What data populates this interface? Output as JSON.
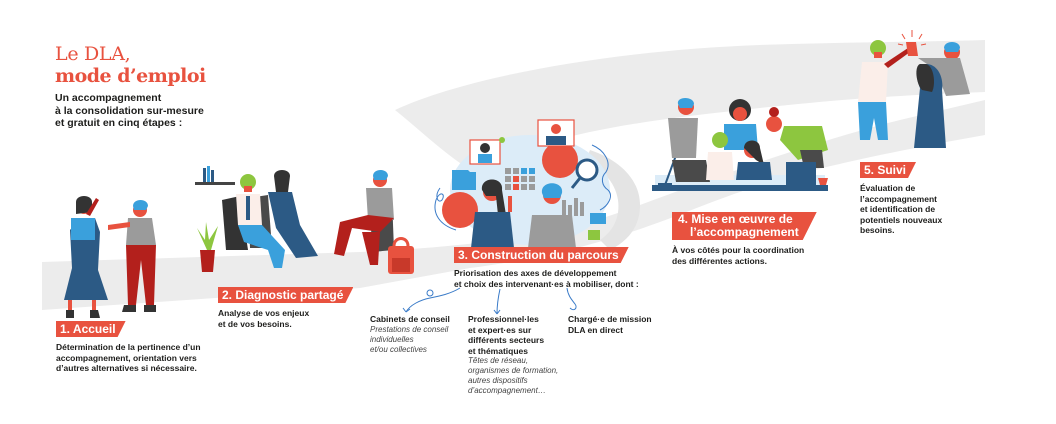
{
  "header": {
    "title_line1": "Le DLA,",
    "title_line2": "mode d’emploi",
    "subtitle_lines": [
      "Un accompagnement",
      "à la consolidation sur-mesure",
      "et gratuit en cinq étapes :"
    ]
  },
  "steps": [
    {
      "label": "1. Accueil",
      "description_lines": [
        "Détermination de la pertinence d’un",
        "accompagnement, orientation vers",
        "d’autres alternatives si nécessaire."
      ]
    },
    {
      "label": "2. Diagnostic partagé",
      "description_lines": [
        "Analyse de vos enjeux",
        "et de vos besoins."
      ]
    },
    {
      "label": "3. Construction du parcours",
      "description_lines": [
        "Priorisation des axes de développement",
        "et choix des intervenant·es à mobiliser, dont :"
      ],
      "actors": [
        {
          "title_lines": [
            "Cabinets de conseil"
          ],
          "detail_lines": [
            "Prestations de conseil",
            "individuelles",
            "et/ou collectives"
          ]
        },
        {
          "title_lines": [
            "Professionnel·les",
            "et expert·es sur",
            "différents secteurs",
            "et thématiques"
          ],
          "detail_lines": [
            "Têtes de réseau,",
            "organismes de formation,",
            "autres dispositifs",
            "d’accompagnement…"
          ]
        },
        {
          "title_lines": [
            "Chargé·e de mission",
            "DLA en direct"
          ],
          "detail_lines": []
        }
      ]
    },
    {
      "label_lines": [
        "4. Mise en œuvre de",
        "l’accompagnement"
      ],
      "description_lines": [
        "À vos côtés pour la coordination",
        "des différentes actions."
      ]
    },
    {
      "label": "5. Suivi",
      "description_lines": [
        "Évaluation de",
        "l’accompagnement",
        "et identification de",
        "potentiels nouveaux",
        "besoins."
      ]
    }
  ],
  "colors": {
    "accent_red": "#e8523f",
    "dark_red": "#b3201c",
    "navy": "#2c5a85",
    "sky_blue": "#3aa0dc",
    "light_blue": "#dcecf8",
    "green": "#8dc63f",
    "gray": "#9b9b9b",
    "road_gray": "#ececec",
    "text": "#1d1d1b"
  },
  "icons": [
    "box-icon",
    "plant-icon",
    "bookshelf-icon",
    "chair-icon",
    "backpack-icon",
    "gear-icon",
    "folder-icon",
    "calendar-icon",
    "magnifier-icon",
    "chart-icon",
    "envelope-icon",
    "video-call-icon",
    "checkmark-icon",
    "laptop-icon",
    "desk-lamp-icon",
    "cup-icon",
    "high-five-icon"
  ]
}
